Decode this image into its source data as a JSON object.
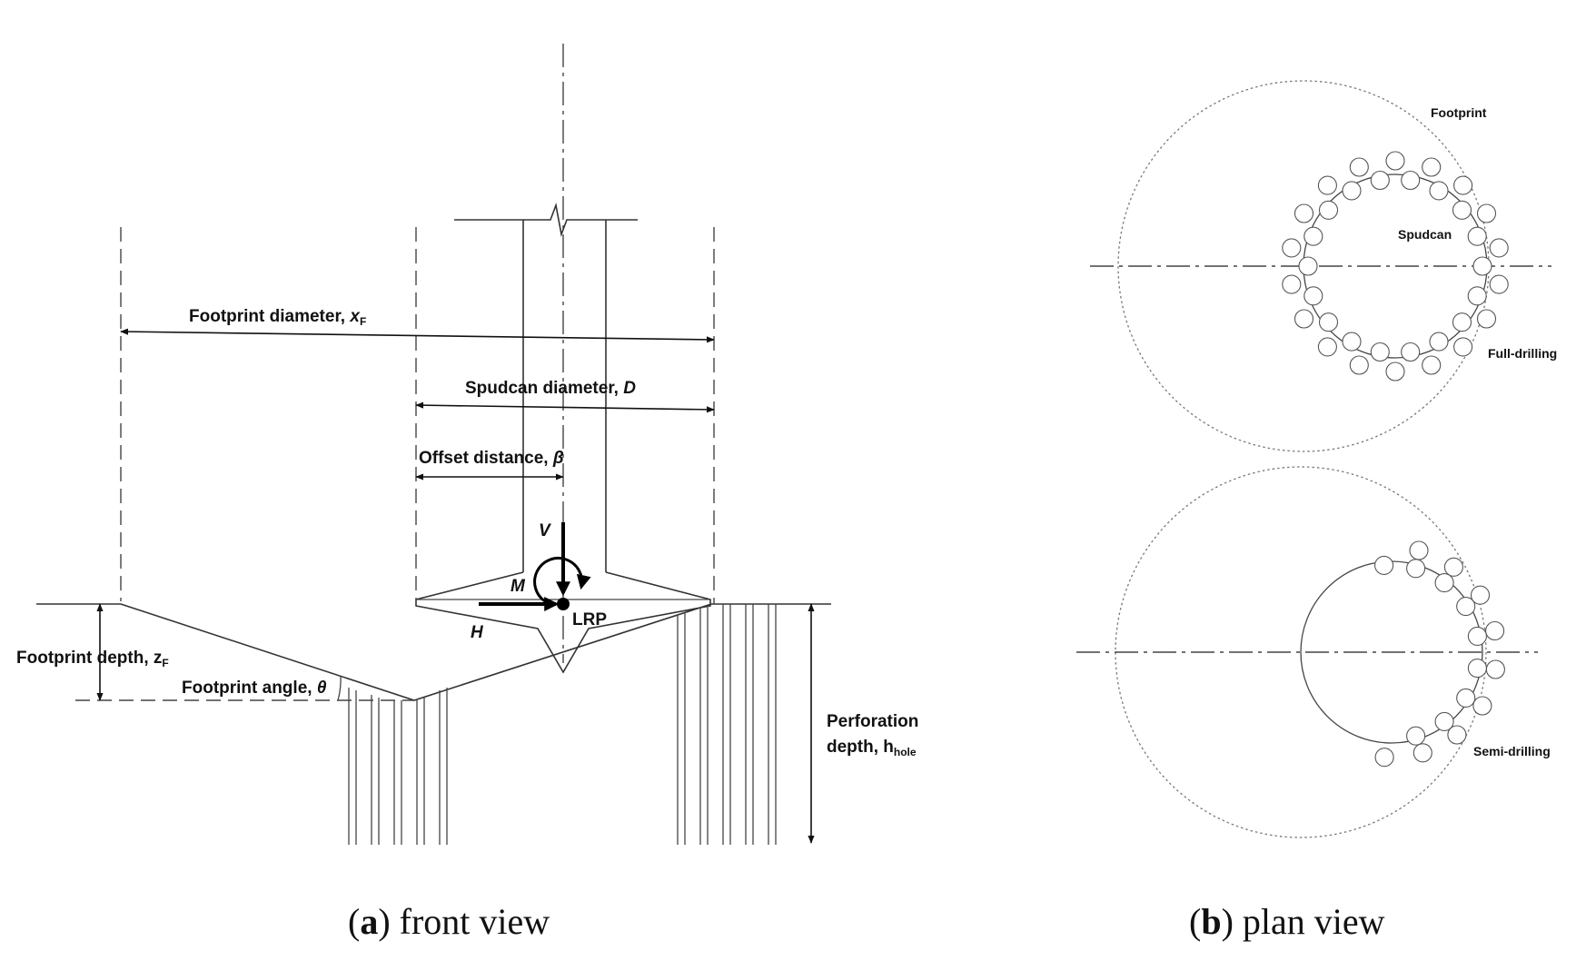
{
  "front_view": {
    "footprint_diameter_label": "Footprint diameter, ",
    "footprint_diameter_symbol": "x",
    "footprint_diameter_sub": "F",
    "spudcan_diameter_label": "Spudcan diameter, ",
    "spudcan_diameter_symbol": "D",
    "offset_distance_label": "Offset distance, ",
    "offset_distance_symbol": "β",
    "vertical_load": "V",
    "moment": "M",
    "horizontal_load": "H",
    "reference_point": "LRP",
    "footprint_depth_label": "Footprint depth, z",
    "footprint_depth_sub": "F",
    "footprint_angle_label": "Footprint angle, ",
    "footprint_angle_symbol": "θ",
    "perforation_depth_line1": "Perforation",
    "perforation_depth_line2": "depth, h",
    "perforation_depth_sub": "hole"
  },
  "plan_view": {
    "footprint_label": "Footprint",
    "spudcan_label": "Spudcan",
    "full_drilling_label": "Full-drilling",
    "semi_drilling_label": "Semi-drilling"
  },
  "captions": {
    "a_letter": "a",
    "a_text": " front view",
    "b_letter": "b",
    "b_text": " plan view"
  }
}
